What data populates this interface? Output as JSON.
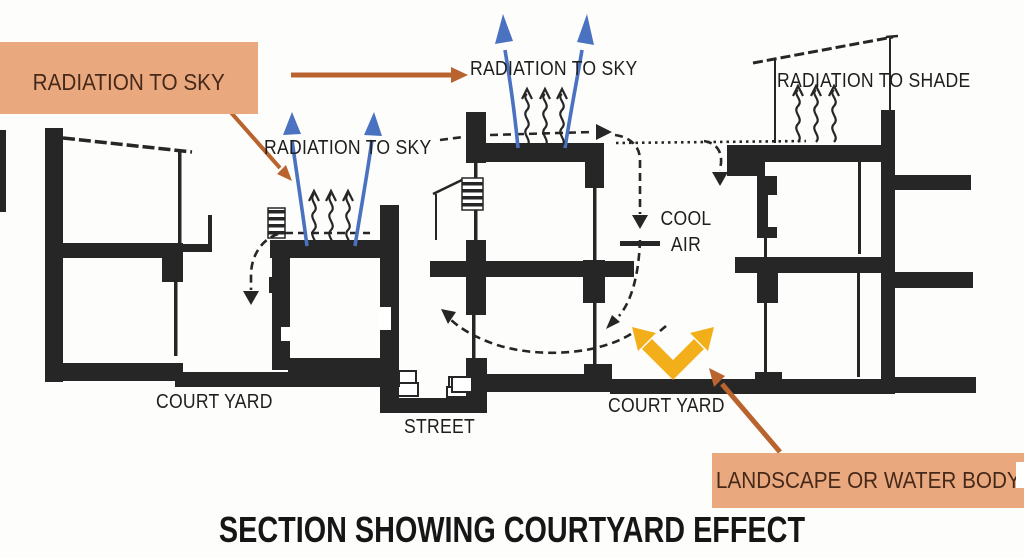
{
  "title": "SECTION SHOWING COURTYARD EFFECT",
  "callout_boxes": {
    "radiation_to_sky": "RADIATION TO SKY",
    "landscape_or_water_body": "LANDSCAPE OR WATER BODY"
  },
  "labels": {
    "radiation_to_sky_center": "RADIATION TO SKY",
    "radiation_to_sky_top": "RADIATION TO SKY",
    "radiation_to_shade": "RADIATION TO SHADE",
    "cool_air": "COOL AIR",
    "court_yard_left": "COURT YARD",
    "street": "STREET",
    "court_yard_right": "COURT YARD"
  },
  "icons": {
    "radiation_up_arrow": "curved blue arrow pointing up",
    "heat_squiggle_arrow": "wavy black arrow pointing up",
    "airflow_dashed_arrow": "dashed black curved arrow",
    "spread_arrow": "yellow V-shaped double-headed arrow",
    "callout_arrow": "orange straight pointer arrow"
  },
  "colors": {
    "callout_bg": "#eaa87e",
    "callout_text": "#45291a",
    "arrow_orange": "#b9642f",
    "arrow_blue": "#4a72c0",
    "chevron_yellow": "#f3af19",
    "ink": "#262626",
    "background": "#fdfdfc"
  }
}
